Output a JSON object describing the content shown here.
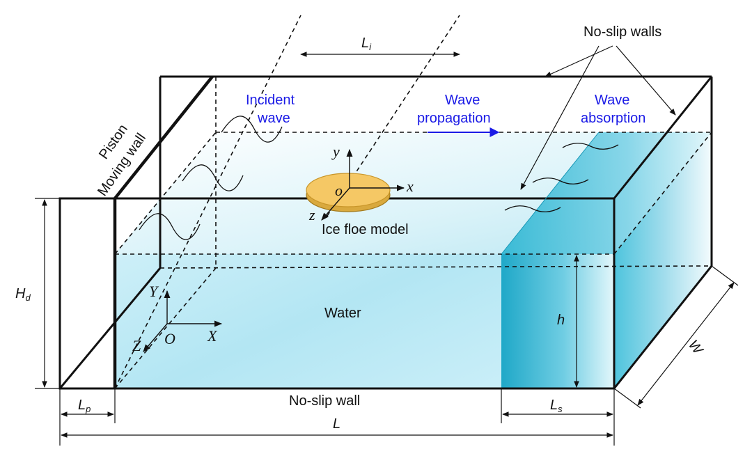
{
  "labels": {
    "no_slip_walls": "No-slip walls",
    "no_slip_wall": "No-slip wall",
    "incident_wave_1": "Incident",
    "incident_wave_2": "wave",
    "wave_propagation_1": "Wave",
    "wave_propagation_2": "propagation",
    "wave_absorption_1": "Wave",
    "wave_absorption_2": "absorption",
    "piston": "Piston",
    "moving_wall": "Moving wall",
    "ice_floe_model": "Ice floe model",
    "water": "Water"
  },
  "symbols": {
    "L_i": "L",
    "L_i_sub": "i",
    "H_d": "H",
    "H_d_sub": "d",
    "h": "h",
    "W": "W",
    "L_p": "L",
    "L_p_sub": "p",
    "L_s": "L",
    "L_s_sub": "s",
    "L": "L"
  },
  "axes": {
    "local_y": "y",
    "local_x": "x",
    "local_z": "z",
    "local_o": "o",
    "global_Y": "Y",
    "global_X": "X",
    "global_Z": "Z",
    "global_O": "O"
  },
  "colors": {
    "water_light": "#e6f7fb",
    "water_mid": "#a8e2f0",
    "water_dark": "#29b3cf",
    "ice_floe": "#f5c865",
    "ice_floe_edge": "#c9962a",
    "propagation_arrow": "#1a1ae6",
    "lines": "#111111"
  }
}
